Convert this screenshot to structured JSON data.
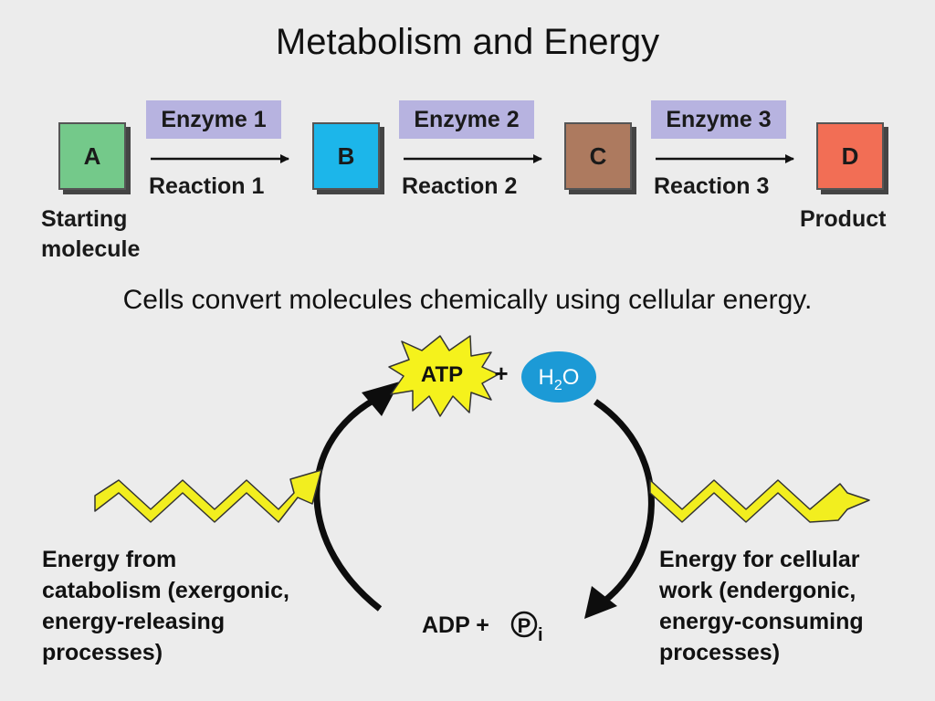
{
  "title": "Metabolism and Energy",
  "pathway": {
    "molecules": [
      {
        "letter": "A",
        "color": "#74c98a"
      },
      {
        "letter": "B",
        "color": "#1cb6ea"
      },
      {
        "letter": "C",
        "color": "#ad7a5f"
      },
      {
        "letter": "D",
        "color": "#f26e55"
      }
    ],
    "enzymes": [
      "Enzyme 1",
      "Enzyme 2",
      "Enzyme 3"
    ],
    "reactions": [
      "Reaction 1",
      "Reaction 2",
      "Reaction 3"
    ],
    "start_label": [
      "Starting",
      "molecule"
    ],
    "product_label": "Product"
  },
  "subtitle": "Cells convert molecules chemically using cellular energy.",
  "cycle": {
    "atp": "ATP",
    "plus": "+",
    "water": {
      "H": "H",
      "sub": "2",
      "O": "O"
    },
    "adp": "ADP +",
    "phosphate": "P",
    "phosphate_sub": "i",
    "catabolism_text": [
      "Energy from",
      "catabolism (exergonic,",
      "energy-releasing",
      "processes)"
    ],
    "work_text": [
      "Energy for cellular",
      "work (endergonic,",
      "energy-consuming",
      "processes)"
    ]
  },
  "colors": {
    "enzyme_bg": "#b7b3e0",
    "zigzag": "#f2ee1f",
    "atp_star": "#f5f21c",
    "water": "#1c9ad6"
  }
}
